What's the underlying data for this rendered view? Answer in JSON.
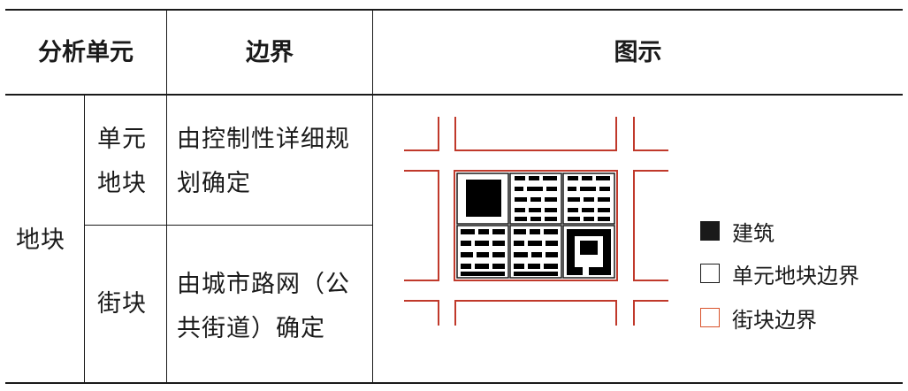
{
  "headers": {
    "unit": "分析单元",
    "boundary": "边界",
    "diagram": "图示"
  },
  "rows": {
    "group": "地块",
    "row1": {
      "sub": [
        "单元",
        "地块"
      ],
      "boundary": [
        "由控制性详细规",
        "划确定"
      ]
    },
    "row2": {
      "sub": [
        "街块"
      ],
      "boundary": [
        "由城市路网（公",
        "共街道）确定"
      ]
    }
  },
  "legend": [
    {
      "label": "建筑",
      "swatch": "#1a1a1a",
      "fill": true
    },
    {
      "label": "单元地块边界",
      "swatch": "#1a1a1a",
      "fill": false
    },
    {
      "label": "街块边界",
      "swatch": "#d9532c",
      "fill": false
    }
  ],
  "colors": {
    "road": "#c0392b",
    "building": "#000000",
    "text": "#1a1a1a"
  }
}
